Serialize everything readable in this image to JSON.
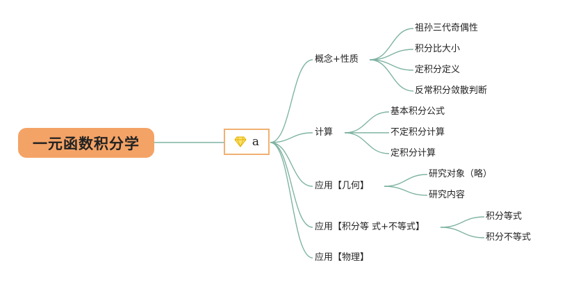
{
  "root": {
    "label": "一元函数积分学"
  },
  "hub": {
    "label": "a",
    "icon": "diamond-icon"
  },
  "colors": {
    "line": "#7fb3a3",
    "root_fill": "#f4a366",
    "hub_border": "#f0b070"
  },
  "branches": [
    {
      "label": "概念+性质",
      "children": [
        "祖孙三代奇偶性",
        "积分比大小",
        "定积分定义",
        "反常积分敛散判断"
      ]
    },
    {
      "label": "计算",
      "children": [
        "基本积分公式",
        "不定积分计算",
        "定积分计算"
      ]
    },
    {
      "label": "应用【几何】",
      "children": [
        "研究对象（略）",
        "研究内容"
      ]
    },
    {
      "label": "应用【积分等 式+不等式】",
      "children": [
        "积分等式",
        "积分不等式"
      ]
    },
    {
      "label": "应用【物理】",
      "children": []
    }
  ]
}
